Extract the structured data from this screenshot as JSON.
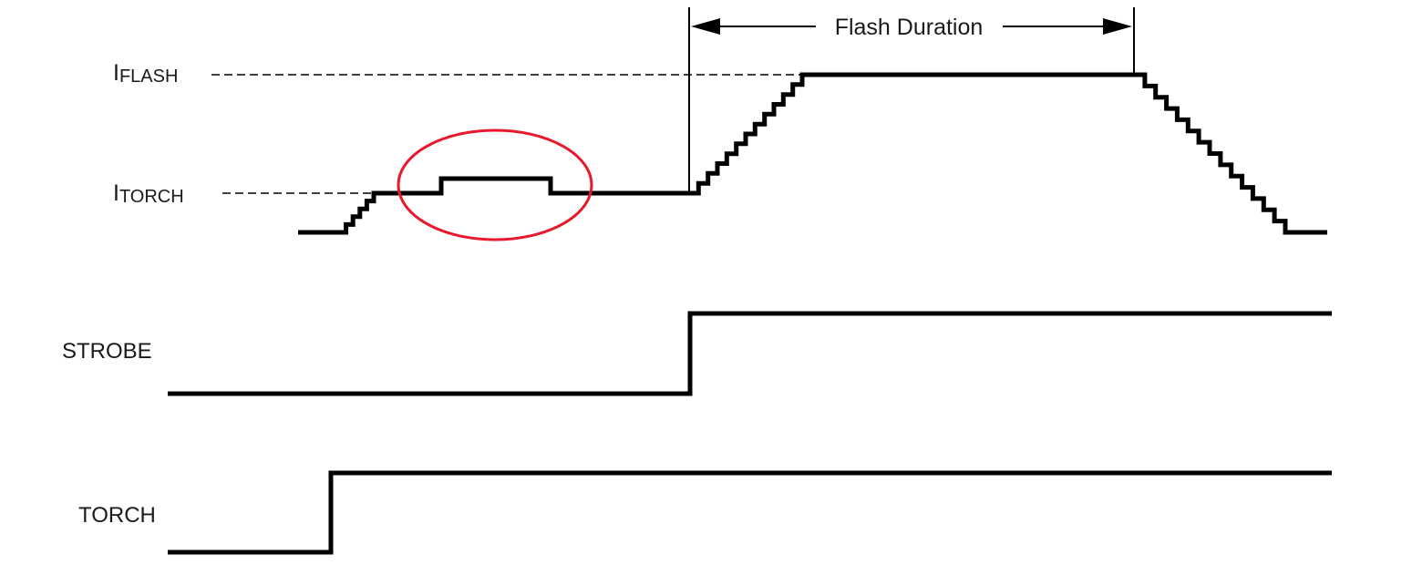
{
  "labels": {
    "flash_duration": "Flash Duration",
    "iflash_main": "I",
    "iflash_sub": "FLASH",
    "itorch_main": "I",
    "itorch_sub": "TORCH",
    "strobe": "STROBE",
    "torch": "TORCH"
  },
  "colors": {
    "trace": "#000000",
    "highlight": "#e8192c"
  }
}
